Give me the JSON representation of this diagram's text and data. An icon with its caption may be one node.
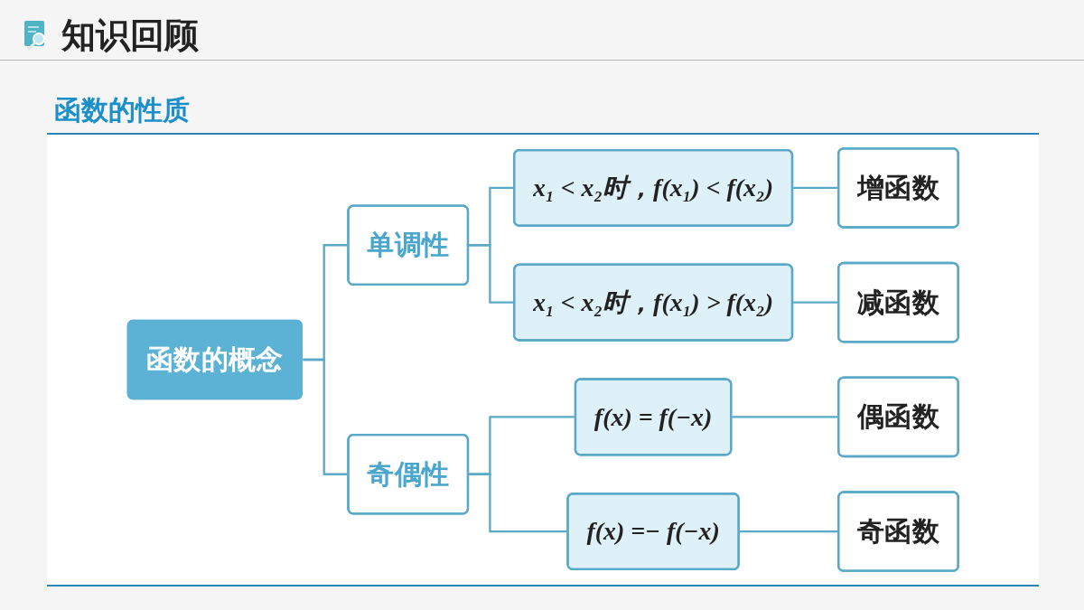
{
  "diagram": {
    "title": "知识回顾",
    "nodes": [
      {
        "text": [
          "函数的概念"
        ]
      },
      {
        "text": [
          "单调性"
        ]
      },
      {
        "text": [
          "奇偶性"
        ]
      },
      {
        "text": [
          "x₁ < x₂时，f(x₁) < f(x₂)"
        ]
      },
      {
        "text": [
          "x₁ < x₂时，f(x₁) > f(x₂)"
        ]
      },
      {
        "text": [
          "f(x) = f(−x)"
        ]
      },
      {
        "text": [
          "f(x) =− f(−x)"
        ]
      },
      {
        "text": [
          "增函数"
        ]
      },
      {
        "text": [
          "减函数"
        ]
      },
      {
        "text": [
          "偶函数"
        ]
      },
      {
        "text": [
          "奇函数"
        ]
      }
    ],
    "edges": [
      {
        "from": 0,
        "to": 1,
        "arrow": "none"
      },
      {
        "from": 0,
        "to": 2,
        "arrow": "none"
      },
      {
        "from": 1,
        "to": 3,
        "arrow": "none"
      },
      {
        "from": 1,
        "to": 4,
        "arrow": "none"
      },
      {
        "from": 2,
        "to": 5,
        "arrow": "none"
      },
      {
        "from": 2,
        "to": 6,
        "arrow": "none"
      },
      {
        "from": 3,
        "to": 7,
        "arrow": "none"
      },
      {
        "from": 4,
        "to": 8,
        "arrow": "none"
      },
      {
        "from": 5,
        "to": 9,
        "arrow": "none"
      },
      {
        "from": 6,
        "to": 10,
        "arrow": "none"
      }
    ],
    "labels": [
      "函数的性质"
    ]
  }
}
